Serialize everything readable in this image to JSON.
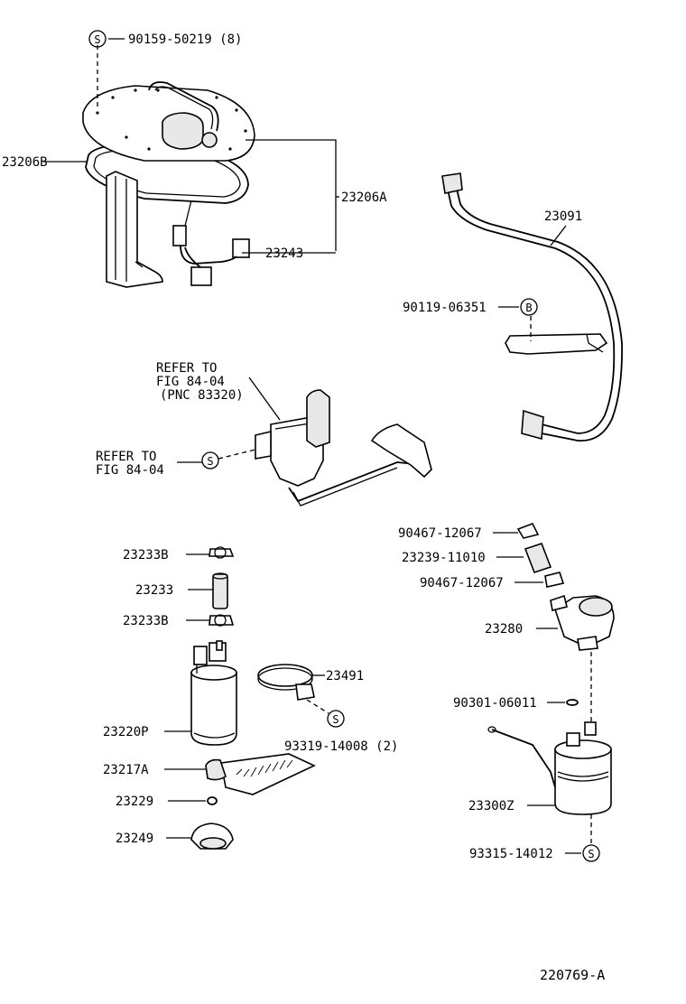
{
  "labels": {
    "p90159": "90159-50219 (8)",
    "p23206B": "23206B",
    "p23206A": "23206A",
    "p23243": "23243",
    "p23091": "23091",
    "p90119": "90119-06351",
    "refer1_l1": "REFER TO",
    "refer1_l2": "FIG 84-04",
    "refer1_l3": "(PNC 83320)",
    "refer2_l1": "REFER TO",
    "refer2_l2": "FIG 84-04",
    "p23233B_top": "23233B",
    "p23233": "23233",
    "p23233B_bot": "23233B",
    "p23491": "23491",
    "p23220P": "23220P",
    "p93319": "93319-14008 (2)",
    "p23217A": "23217A",
    "p23229": "23229",
    "p23249": "23249",
    "p90467_top": "90467-12067",
    "p23239": "23239-11010",
    "p90467_bot": "90467-12067",
    "p23280": "23280",
    "p90301": "90301-06011",
    "p23300Z": "23300Z",
    "p93315": "93315-14012",
    "figure_id": "220769-A"
  },
  "symbols": {
    "s": "S",
    "b": "B"
  }
}
